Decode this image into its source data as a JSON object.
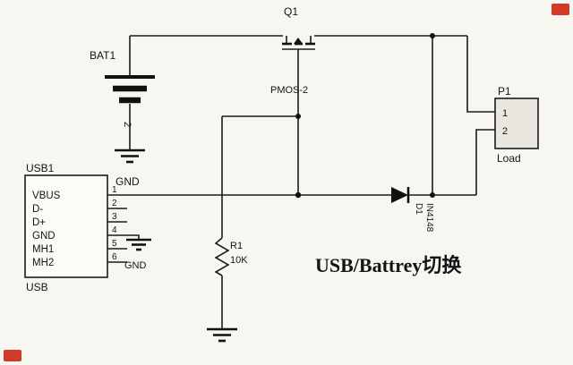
{
  "title": "USB/Battrey切换",
  "colors": {
    "background": "#f7f6f1",
    "wire": "#1b1b1b",
    "watermark_red": "#d03a28"
  },
  "mosfet": {
    "ref": "Q1",
    "gate_net": "PMOS-2"
  },
  "battery": {
    "ref": "BAT1",
    "pin2": "2",
    "gnd": "GND"
  },
  "usb": {
    "ref": "USB1",
    "footer": "USB",
    "gnd": "GND",
    "pins": [
      {
        "num": "1",
        "name": "VBUS"
      },
      {
        "num": "2",
        "name": "D-"
      },
      {
        "num": "3",
        "name": "D+"
      },
      {
        "num": "4",
        "name": "GND"
      },
      {
        "num": "5",
        "name": "MH1"
      },
      {
        "num": "6",
        "name": "MH2"
      }
    ]
  },
  "resistor": {
    "ref": "R1",
    "value": "10K"
  },
  "diode": {
    "ref": "D1",
    "part": "IN4148"
  },
  "load": {
    "ref": "P1",
    "pin1": "1",
    "pin2": "2",
    "label": "Load"
  }
}
